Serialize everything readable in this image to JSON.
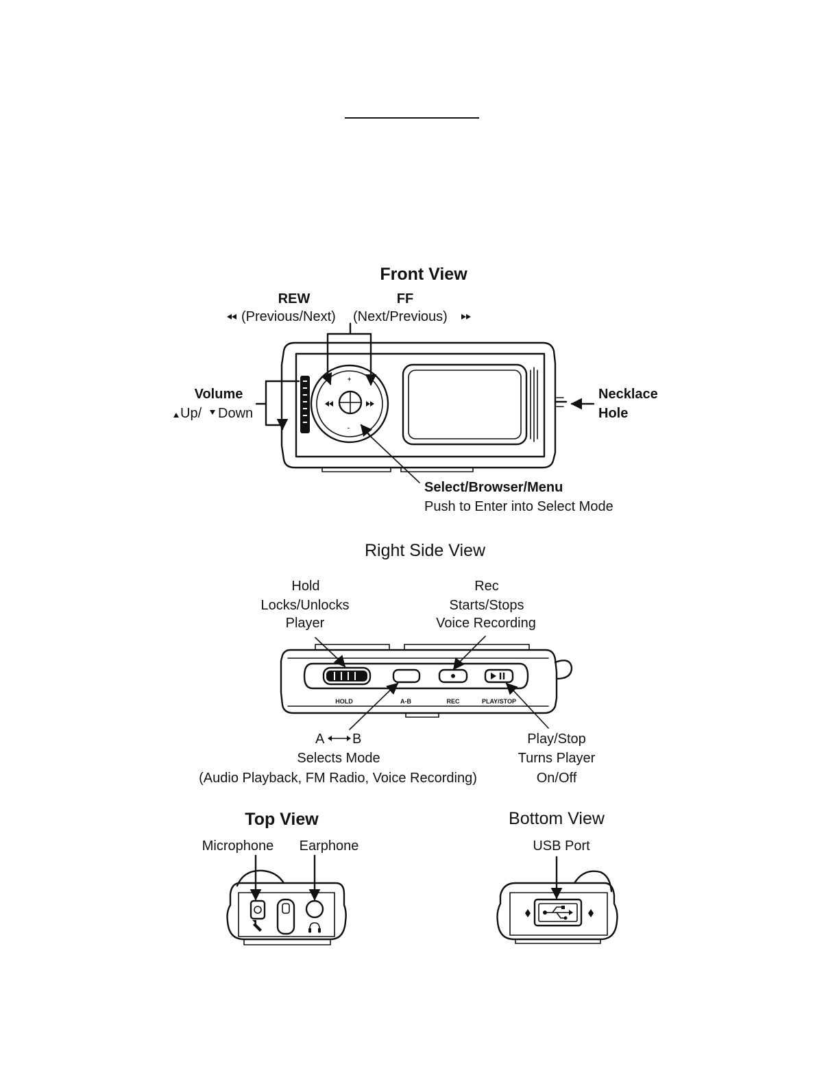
{
  "views": {
    "front": {
      "title": "Front View",
      "rew": {
        "name": "REW",
        "desc": "(Previous/Next)"
      },
      "ff": {
        "name": "FF",
        "desc": "(Next/Previous)"
      },
      "volume": {
        "name": "Volume",
        "desc_up": "Up/",
        "desc_down": "Down"
      },
      "necklace": {
        "line1": "Necklace",
        "line2": "Hole"
      },
      "select": {
        "name": "Select/Browser/Menu",
        "desc": "Push to Enter into Select Mode"
      }
    },
    "right_side": {
      "title": "Right Side View",
      "hold": {
        "name": "Hold",
        "line1": "Locks/Unlocks",
        "line2": "Player"
      },
      "rec": {
        "name": "Rec",
        "line1": "Starts/Stops",
        "line2": "Voice Recording"
      },
      "ab": {
        "name_a": "A",
        "name_b": "B",
        "line1": "Selects Mode",
        "line2": "(Audio Playback, FM Radio, Voice Recording)"
      },
      "play": {
        "name": "Play/Stop",
        "line1": "Turns Player",
        "line2": "On/Off"
      },
      "tiny_labels": [
        "HOLD",
        "A-B",
        "REC",
        "PLAY/STOP"
      ]
    },
    "top": {
      "title": "Top View",
      "microphone": "Microphone",
      "earphone": "Earphone"
    },
    "bottom": {
      "title": "Bottom View",
      "usb": "USB Port"
    }
  },
  "colors": {
    "ink": "#111111",
    "paper": "#ffffff"
  }
}
